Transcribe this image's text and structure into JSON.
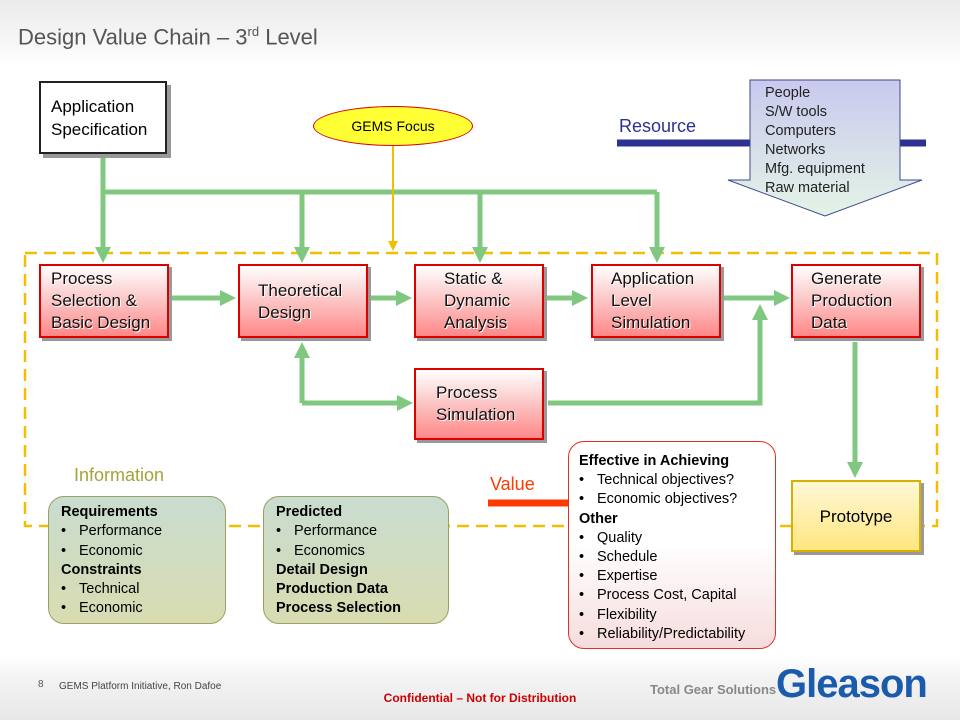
{
  "header": {
    "title_main": "Design Value Chain – 3",
    "title_sup": "rd",
    "title_end": " Level"
  },
  "spec": {
    "line1": "Application",
    "line2": "Specification"
  },
  "gems": {
    "label": "GEMS Focus"
  },
  "resource": {
    "label": "Resource",
    "items": [
      "People",
      "S/W tools",
      "Computers",
      "Networks",
      "Mfg. equipment",
      "Raw material"
    ]
  },
  "process_boxes": {
    "psbd": [
      "Process",
      "Selection &",
      "Basic Design"
    ],
    "theoretical": [
      "Theoretical",
      "Design"
    ],
    "static": [
      "Static &",
      "Dynamic",
      "Analysis"
    ],
    "application": [
      "Application",
      "Level",
      "Simulation"
    ],
    "generate": [
      "Generate",
      "Production",
      "Data"
    ],
    "process_sim": [
      "Process",
      "Simulation"
    ],
    "prototype": "Prototype"
  },
  "information": {
    "label": "Information",
    "box1": {
      "h1": "Requirements",
      "i1": [
        "Performance",
        "Economic"
      ],
      "h2": "Constraints",
      "i2": [
        "Technical",
        "Economic"
      ]
    },
    "box2": {
      "h1": "Predicted",
      "i1": [
        "Performance",
        "Economics"
      ],
      "lines": [
        "Detail Design",
        "Production Data",
        "Process Selection"
      ]
    }
  },
  "value": {
    "label": "Value",
    "h1": "Effective in Achieving",
    "i1": [
      "Technical objectives?",
      "Economic objectives?"
    ],
    "h2": "Other",
    "i2": [
      "Quality",
      "Schedule",
      "Expertise",
      "Process Cost, Capital",
      "Flexibility",
      "Reliability/Predictability"
    ]
  },
  "footer": {
    "page": "8",
    "author": "GEMS Platform Initiative,  Ron Dafoe",
    "confidential": "Confidential  – Not for Distribution",
    "tagline": "Total Gear Solutions",
    "logo": "Gleason"
  },
  "colors": {
    "arrow": "#80c880",
    "gems_arrow": "#f0c000",
    "dash": "#f0c000",
    "resource_bar": "#2e3192",
    "value_bar": "#ff3a00"
  }
}
